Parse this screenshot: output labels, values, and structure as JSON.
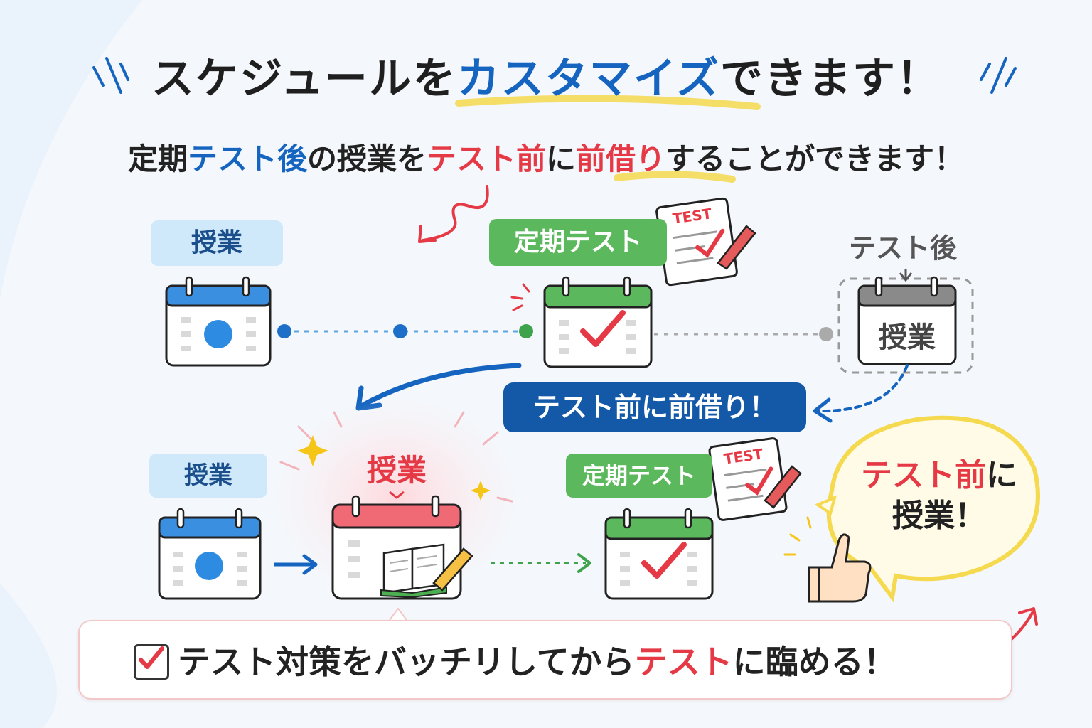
{
  "title": {
    "prefix": "スケジュールを",
    "highlight": "カスタマイズ",
    "suffix": "できます！"
  },
  "subtitle": {
    "p1": "定期",
    "p2": "テスト後",
    "p3": "の授業を",
    "p4": "テスト前",
    "p5": "に",
    "p6": "前借り",
    "p7": "することができます！"
  },
  "top_row": {
    "lesson_tag": "授業",
    "exam_tag": "定期テスト",
    "exam_paper": "TEST",
    "after_label": "テスト後",
    "after_calendar_label": "授業"
  },
  "banner": "テスト前に前借り！",
  "bottom_row": {
    "lesson_tag": "授業",
    "moved_lesson_tag": "授業",
    "exam_tag": "定期テスト",
    "exam_paper": "TEST",
    "bubble_line1_red": "テスト前",
    "bubble_line1_rest": "に",
    "bubble_line2": "授業！"
  },
  "bottom_box": {
    "p1": "テスト対策を",
    "p2": "バッチリ",
    "p3": "してから",
    "p4": "テスト",
    "p5": "に臨める！"
  },
  "colors": {
    "blue": "#1565c0",
    "red": "#e53945",
    "green": "#5cb85c",
    "navy": "#1458a8",
    "yellow_highlight": "#f5d94e"
  }
}
